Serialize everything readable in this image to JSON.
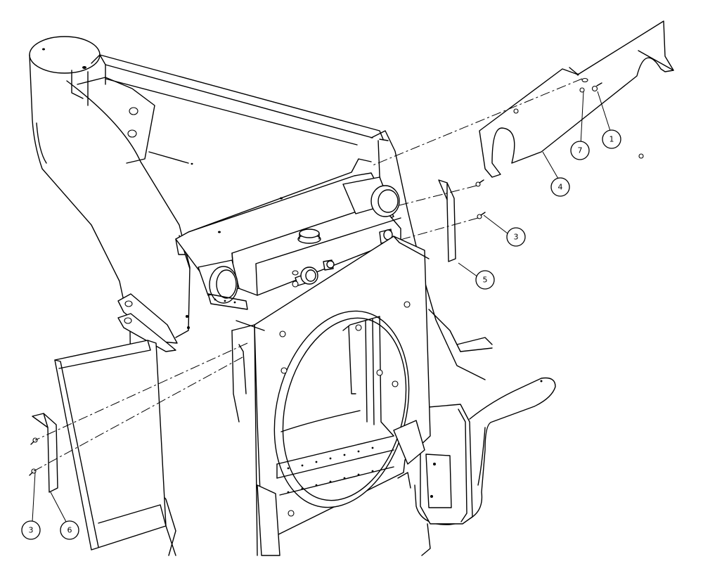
{
  "callouts": [
    {
      "id": "c1",
      "label": "1"
    },
    {
      "id": "c7",
      "label": "7"
    },
    {
      "id": "c4",
      "label": "4"
    },
    {
      "id": "c3a",
      "label": "3"
    },
    {
      "id": "c5",
      "label": "5"
    },
    {
      "id": "c3b",
      "label": "3"
    },
    {
      "id": "c6",
      "label": "6"
    }
  ]
}
